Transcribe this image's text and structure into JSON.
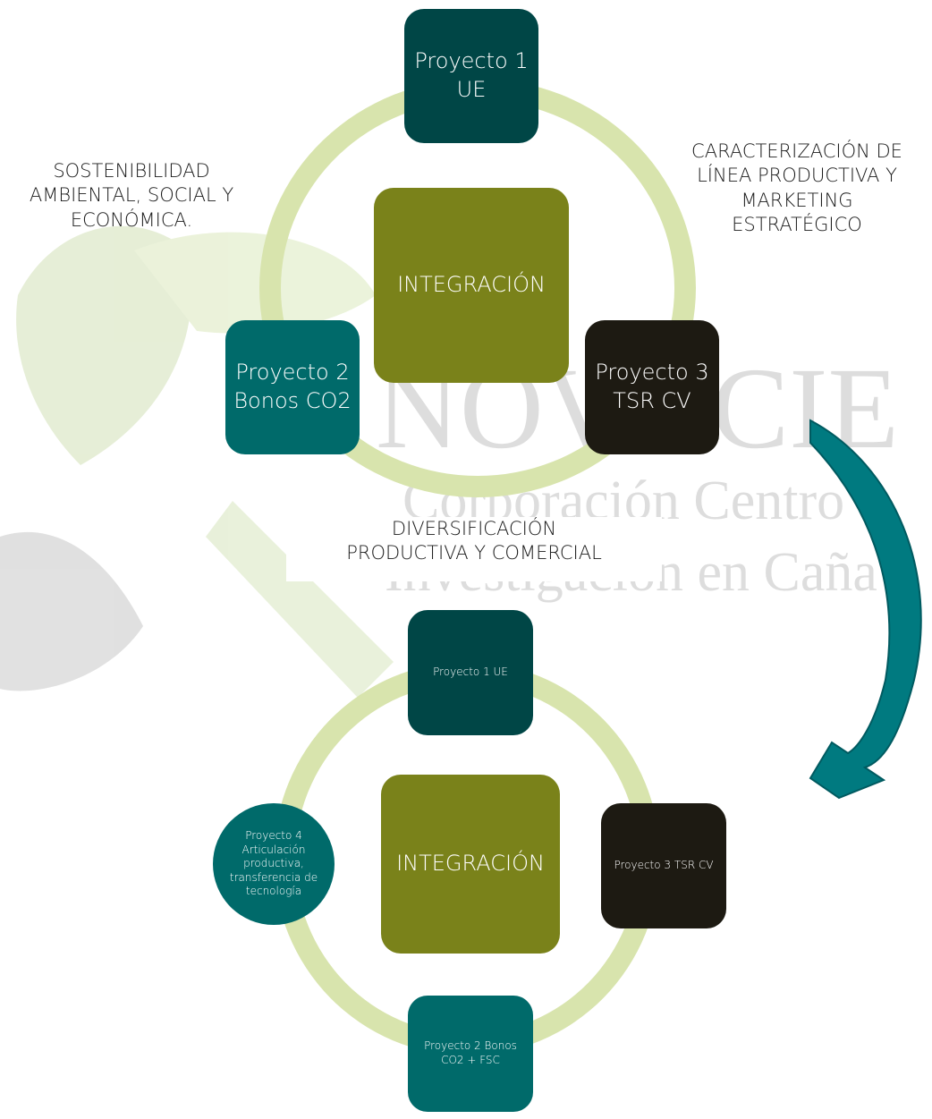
{
  "diagram_top": {
    "center": "INTEGRACIÓN",
    "nodes": {
      "p1": "Proyecto 1\nUE",
      "p2": "Proyecto 2\nBonos CO2",
      "p3": "Proyecto 3\nTSR CV"
    },
    "labels": {
      "left": "SOSTENIBILIDAD\nAMBIENTAL, SOCIAL Y\nECONÓMICA.",
      "right": "CARACTERIZACIÓN DE\nLÍNEA PRODUCTIVA Y\nMARKETING\nESTRATÉGICO",
      "bottom": "DIVERSIFICACIÓN\nPRODUCTIVA Y COMERCIAL"
    }
  },
  "diagram_bottom": {
    "center": "INTEGRACIÓN",
    "nodes": {
      "p1": "Proyecto 1 UE",
      "p3": "Proyecto 3 TSR CV",
      "p2": "Proyecto 2 Bonos CO2 + FSC",
      "p4": "Proyecto 4 Articulación productiva, transferencia de tecnología"
    }
  },
  "watermark": {
    "line1": "NOVUCIE",
    "line2": "Corporación Centro",
    "line3": "Investigación en Caña"
  },
  "colors": {
    "ring": "#d8e4ad",
    "teal_dark": "#004646",
    "teal": "#006a6a",
    "black": "#1d1a12",
    "olive": "#7a821a",
    "arrow": "#007a80"
  }
}
